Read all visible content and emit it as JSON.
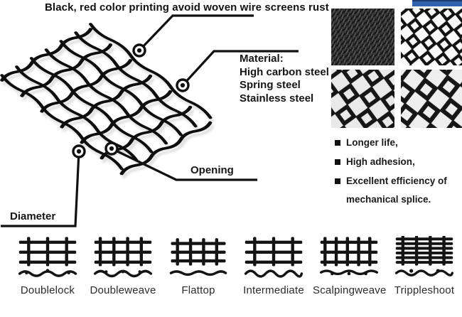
{
  "title": "Black, red color printing avoid woven wire screens rust",
  "material": {
    "title": "Material:",
    "items": [
      "High carbon steel",
      "Spring steel",
      "Stainless steel"
    ]
  },
  "callouts": {
    "opening": "Opening",
    "diameter": "Diameter"
  },
  "features": [
    "Longer life,",
    "High adhesion,",
    "Excellent efficiency of mechanical splice."
  ],
  "weave_types": [
    "Doublelock",
    "Doubleweave",
    "Flattop",
    "Intermediate",
    "Scalpingweave",
    "Trippleshoot"
  ],
  "photos": [
    "fine-woven-wire-mesh-photo",
    "crimped-diamond-mesh-photo",
    "crimped-mesh-photo-left",
    "crimped-mesh-photo-right"
  ],
  "icons": {
    "feature_bullet": "black-square-bullet",
    "callout_marker": "wire-point-marker"
  },
  "colors": {
    "accent_bar": "#2f62ab",
    "accent_bar_edge": "#1c3a6b",
    "ink": "#111111"
  }
}
